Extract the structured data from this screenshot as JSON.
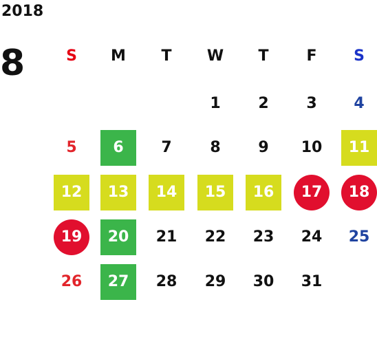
{
  "calendar": {
    "year": "2018",
    "month": "8",
    "weekdays": [
      "S",
      "M",
      "T",
      "W",
      "T",
      "F",
      "S"
    ],
    "colors": {
      "sunday_text": "#e2252b",
      "saturday_text": "#1f43a0",
      "weekday_sun": "#e60012",
      "weekday_sat": "#1a32c8",
      "green": "#3bb54a",
      "yellow": "#d6dc1e",
      "red": "#e10f2e"
    },
    "weeks": [
      [
        null,
        null,
        null,
        {
          "d": "1",
          "s": ""
        },
        {
          "d": "2",
          "s": ""
        },
        {
          "d": "3",
          "s": ""
        },
        {
          "d": "4",
          "s": "sat"
        }
      ],
      [
        {
          "d": "5",
          "s": "sun"
        },
        {
          "d": "6",
          "s": "green"
        },
        {
          "d": "7",
          "s": ""
        },
        {
          "d": "8",
          "s": ""
        },
        {
          "d": "9",
          "s": ""
        },
        {
          "d": "10",
          "s": ""
        },
        {
          "d": "11",
          "s": "yellow"
        }
      ],
      [
        {
          "d": "12",
          "s": "yellow"
        },
        {
          "d": "13",
          "s": "yellow"
        },
        {
          "d": "14",
          "s": "yellow"
        },
        {
          "d": "15",
          "s": "yellow"
        },
        {
          "d": "16",
          "s": "yellow"
        },
        {
          "d": "17",
          "s": "red"
        },
        {
          "d": "18",
          "s": "red"
        }
      ],
      [
        {
          "d": "19",
          "s": "red"
        },
        {
          "d": "20",
          "s": "green"
        },
        {
          "d": "21",
          "s": ""
        },
        {
          "d": "22",
          "s": ""
        },
        {
          "d": "23",
          "s": ""
        },
        {
          "d": "24",
          "s": ""
        },
        {
          "d": "25",
          "s": "sat"
        }
      ],
      [
        {
          "d": "26",
          "s": "sun"
        },
        {
          "d": "27",
          "s": "green"
        },
        {
          "d": "28",
          "s": ""
        },
        {
          "d": "29",
          "s": ""
        },
        {
          "d": "30",
          "s": ""
        },
        {
          "d": "31",
          "s": ""
        },
        null
      ]
    ]
  }
}
